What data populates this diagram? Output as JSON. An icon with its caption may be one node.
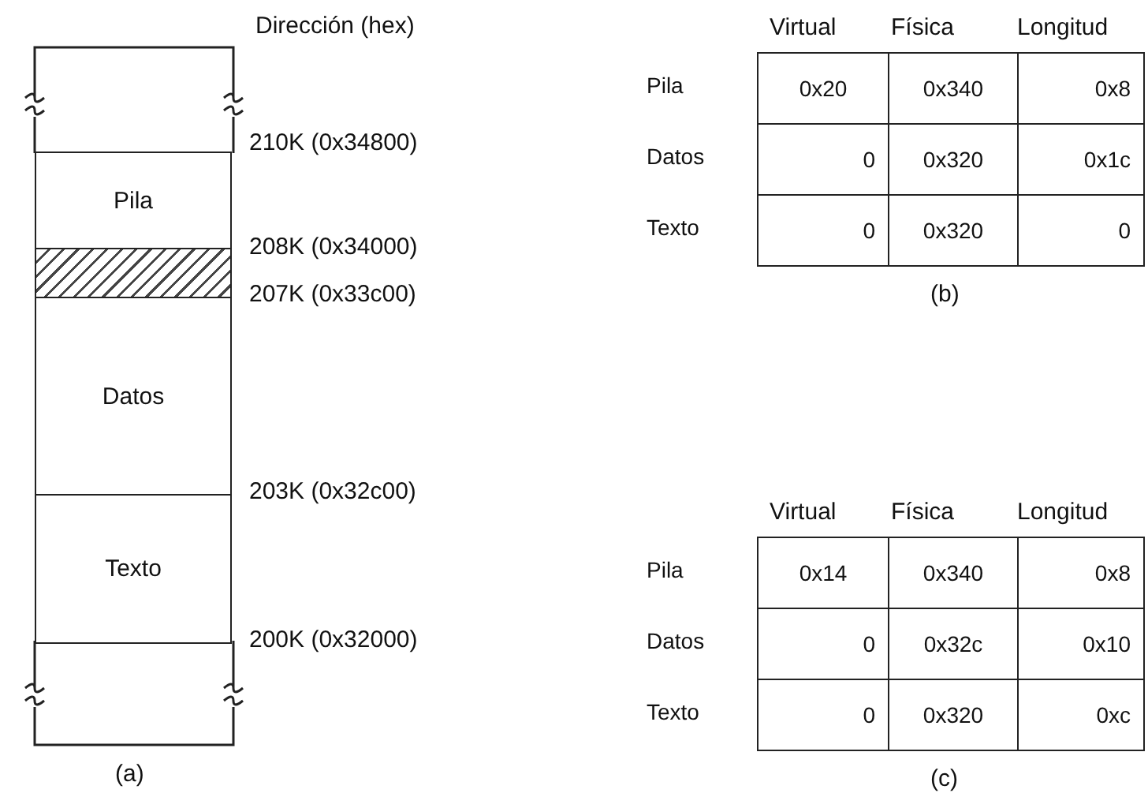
{
  "diagram": {
    "nodes": [
      {
        "text": [
          "Pila"
        ]
      },
      {
        "text": [],
        "shape": "box"
      },
      {
        "text": [
          "Datos"
        ]
      },
      {
        "text": [
          "Texto"
        ]
      }
    ],
    "labels": [
      "Dirección (hex)",
      "210K (0x34800)",
      "208K (0x34000)",
      "207K (0x33c00)",
      "203K (0x32c00)",
      "200K (0x32000)",
      "(a)",
      "Virtual",
      "Física",
      "Longitud",
      "Pila",
      "0x20",
      "0x340",
      "0x8",
      "Datos",
      "0",
      "0x320",
      "0x1c",
      "Texto",
      "0",
      "0x320",
      "0",
      "(b)",
      "Virtual",
      "Física",
      "Longitud",
      "Pila",
      "0x14",
      "0x340",
      "0x8",
      "Datos",
      "0",
      "0x32c",
      "0x10",
      "Texto",
      "0",
      "0x320",
      "0xc",
      "(c)"
    ]
  }
}
